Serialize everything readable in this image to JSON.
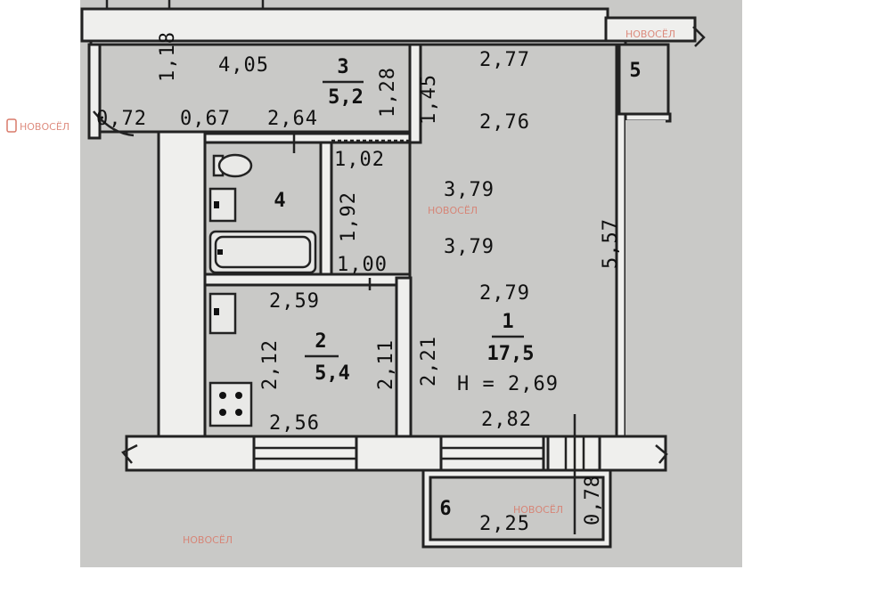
{
  "rooms": [
    {
      "number": "1",
      "area": "17,5",
      "height_label": "H = 2,69"
    },
    {
      "number": "2",
      "area": "5,4"
    },
    {
      "number": "3",
      "area": "5,2"
    },
    {
      "number": "4",
      "area": ""
    },
    {
      "number": "5",
      "area": ""
    },
    {
      "number": "6",
      "area": ""
    }
  ],
  "dimensions": {
    "hall_len": "4,05",
    "hall_w": "1,18",
    "r3_h": "1,28",
    "r3_right": "1,45",
    "d072": "0,72",
    "d067": "0,67",
    "d264": "2,64",
    "d277": "2,77",
    "d276": "2,76",
    "d102": "1,02",
    "d192": "1,92",
    "d379a": "3,79",
    "d379b": "3,79",
    "d557": "5,57",
    "d100": "1,00",
    "d279": "2,79",
    "d259": "2,59",
    "d212": "2,12",
    "d211": "2,11",
    "d221": "2,21",
    "d256": "2,56",
    "d282": "2,82",
    "d225": "2,25",
    "d078": "0,78"
  },
  "watermark": {
    "brand": "НОВОСЁЛ"
  }
}
